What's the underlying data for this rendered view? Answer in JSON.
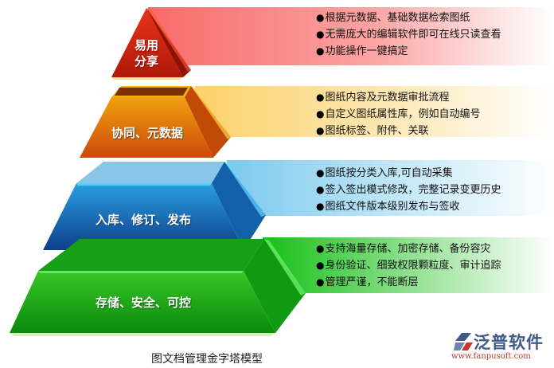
{
  "diagram": {
    "type": "pyramid",
    "caption": "图文档管理金字塔模型",
    "tiers": [
      {
        "level": 1,
        "label_line1": "易用",
        "label_line2": "分享",
        "color": "#c8200e",
        "band_color": "#ff8a8a",
        "bullets": [
          "根据元数据、基础数据检索图纸",
          "无需庞大的编辑软件即可在线只读查看",
          "功能操作一键搞定"
        ]
      },
      {
        "level": 2,
        "label": "协同、元数据",
        "color": "#e07a0c",
        "band_color": "#fcd77a",
        "bullets": [
          "图纸内容及元数据审批流程",
          "自定义图纸属性库，例如自动编号",
          "图纸标签、附件、关联"
        ]
      },
      {
        "level": 3,
        "label": "入库、修订、发布",
        "color": "#1a74c2",
        "band_color": "#8fd2f0",
        "bullets": [
          "图纸按分类入库,可自动采集",
          "签入签出模式修改，完整记录变更历史",
          "图纸文件版本级别发布与签收"
        ]
      },
      {
        "level": 4,
        "label": "存储、安全、可控",
        "color": "#1ea81a",
        "band_color": "#22c422",
        "bullets": [
          "支持海量存储、加密存储、备份容灾",
          "身份验证、细致权限颗粒度、审计追踪",
          "管理严谨，不能断层"
        ]
      }
    ]
  },
  "logo": {
    "icon": "fanpu-logo-icon",
    "name": "泛普软件",
    "url": "www.fanpusoft.com"
  }
}
